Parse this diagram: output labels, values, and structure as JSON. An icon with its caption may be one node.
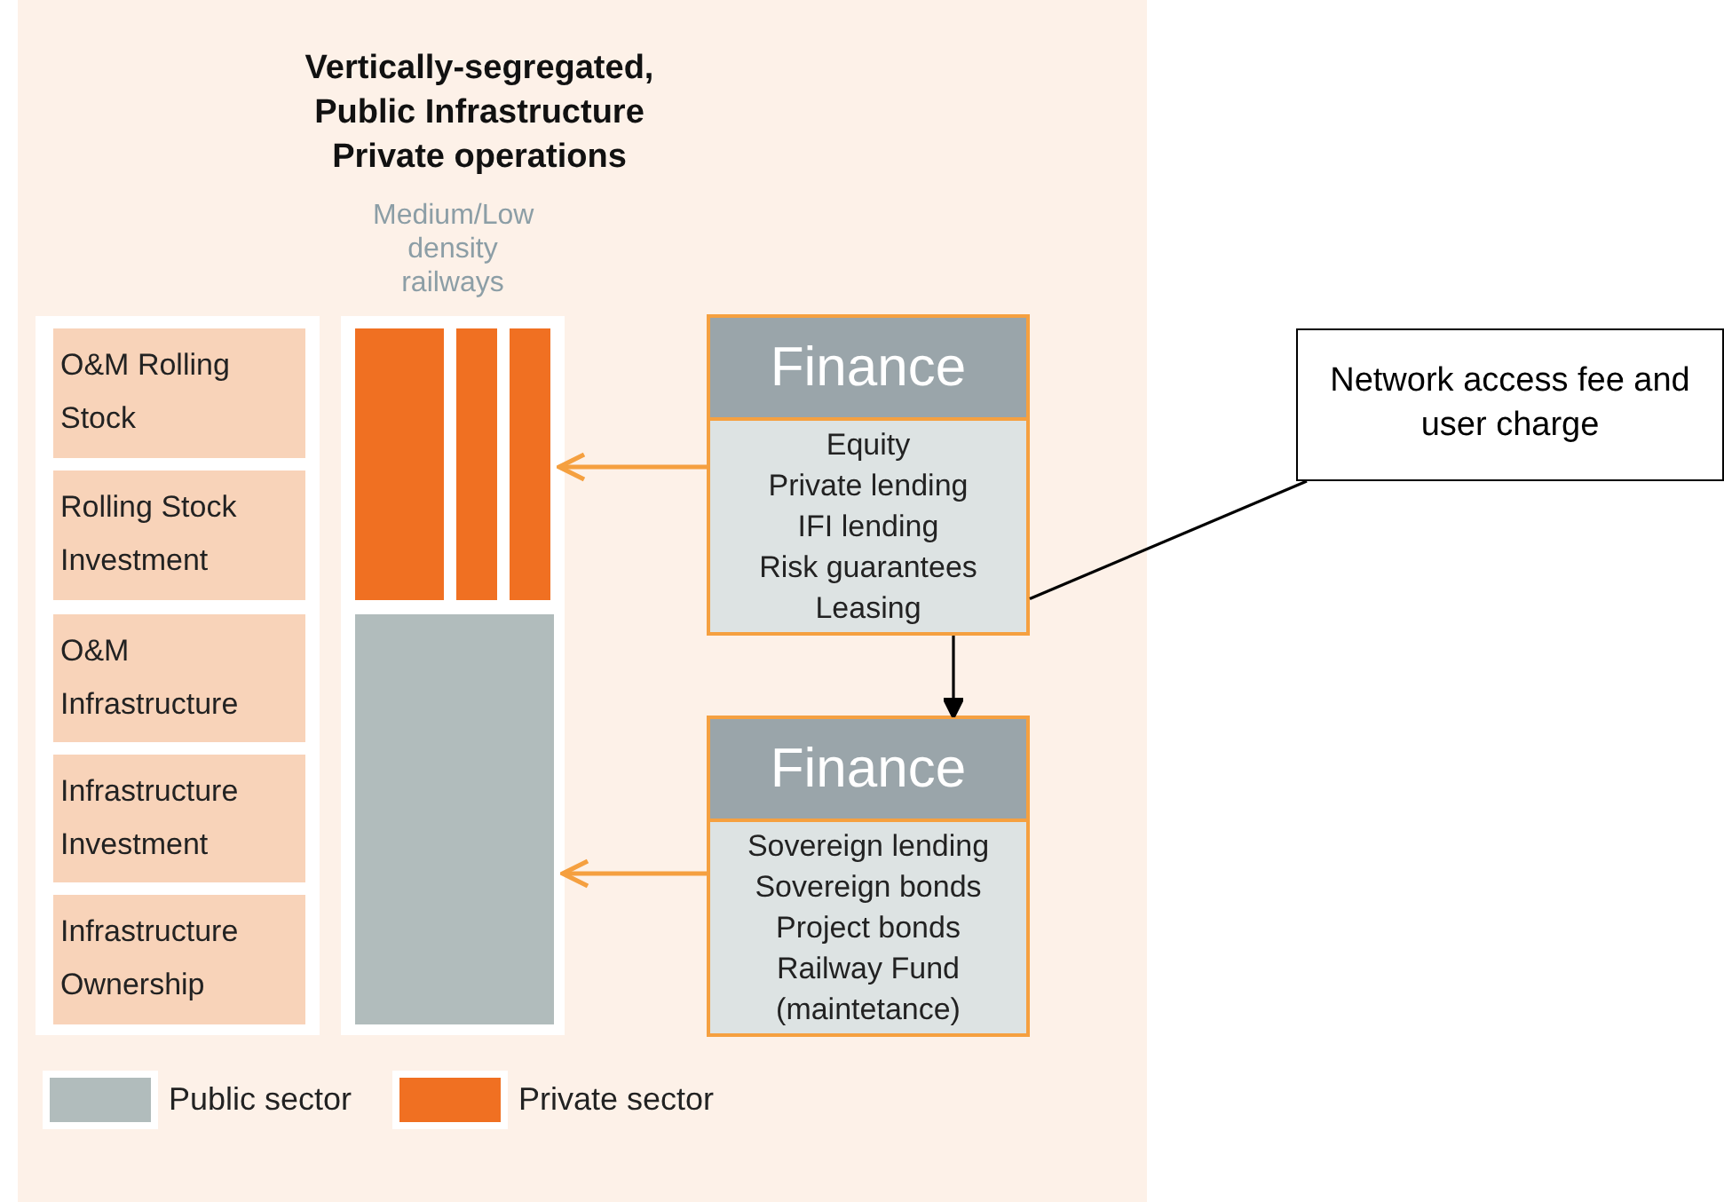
{
  "diagram": {
    "title": "Vertically-segregated, Public Infrastructure Private operations",
    "nodes": [
      {
        "text": [
          "O&M Rolling Stock"
        ]
      },
      {
        "text": [
          "Rolling Stock Investment"
        ]
      },
      {
        "text": [
          "O&M Infrastructure"
        ]
      },
      {
        "text": [
          "Infrastructure Investment"
        ]
      },
      {
        "text": [
          "Infrastructure Ownership"
        ]
      },
      {
        "text": [
          "Medium/Low density railways"
        ]
      },
      {
        "text": [],
        "shape": "bar",
        "in": 5
      },
      {
        "text": [],
        "shape": "bar",
        "in": 5
      },
      {
        "text": [],
        "shape": "bar",
        "in": 5
      },
      {
        "text": [],
        "shape": "box",
        "in": 5
      },
      {
        "text": [
          "Finance",
          "Equity",
          "Private lending",
          "IFI lending",
          "Risk guarantees",
          "Leasing"
        ]
      },
      {
        "text": [
          "Finance",
          "Sovereign lending",
          "Sovereign bonds",
          "Project bonds",
          "Railway Fund",
          "(maintetance)"
        ]
      },
      {
        "text": [
          "Network access fee and user charge"
        ]
      }
    ],
    "edges": [
      {
        "from": 10,
        "to": 8,
        "arrow": "to"
      },
      {
        "from": 11,
        "to": 9,
        "arrow": "to"
      },
      {
        "from": 10,
        "to": 11,
        "arrow": "to",
        "color": "#000000"
      },
      {
        "from": 12,
        "to": 10,
        "arrow": "none",
        "color": "#000000"
      }
    ],
    "legend": [
      {
        "text": "Public sector",
        "color": "#b1bcbc"
      },
      {
        "text": "Private sector",
        "color": "#f07022"
      }
    ]
  }
}
